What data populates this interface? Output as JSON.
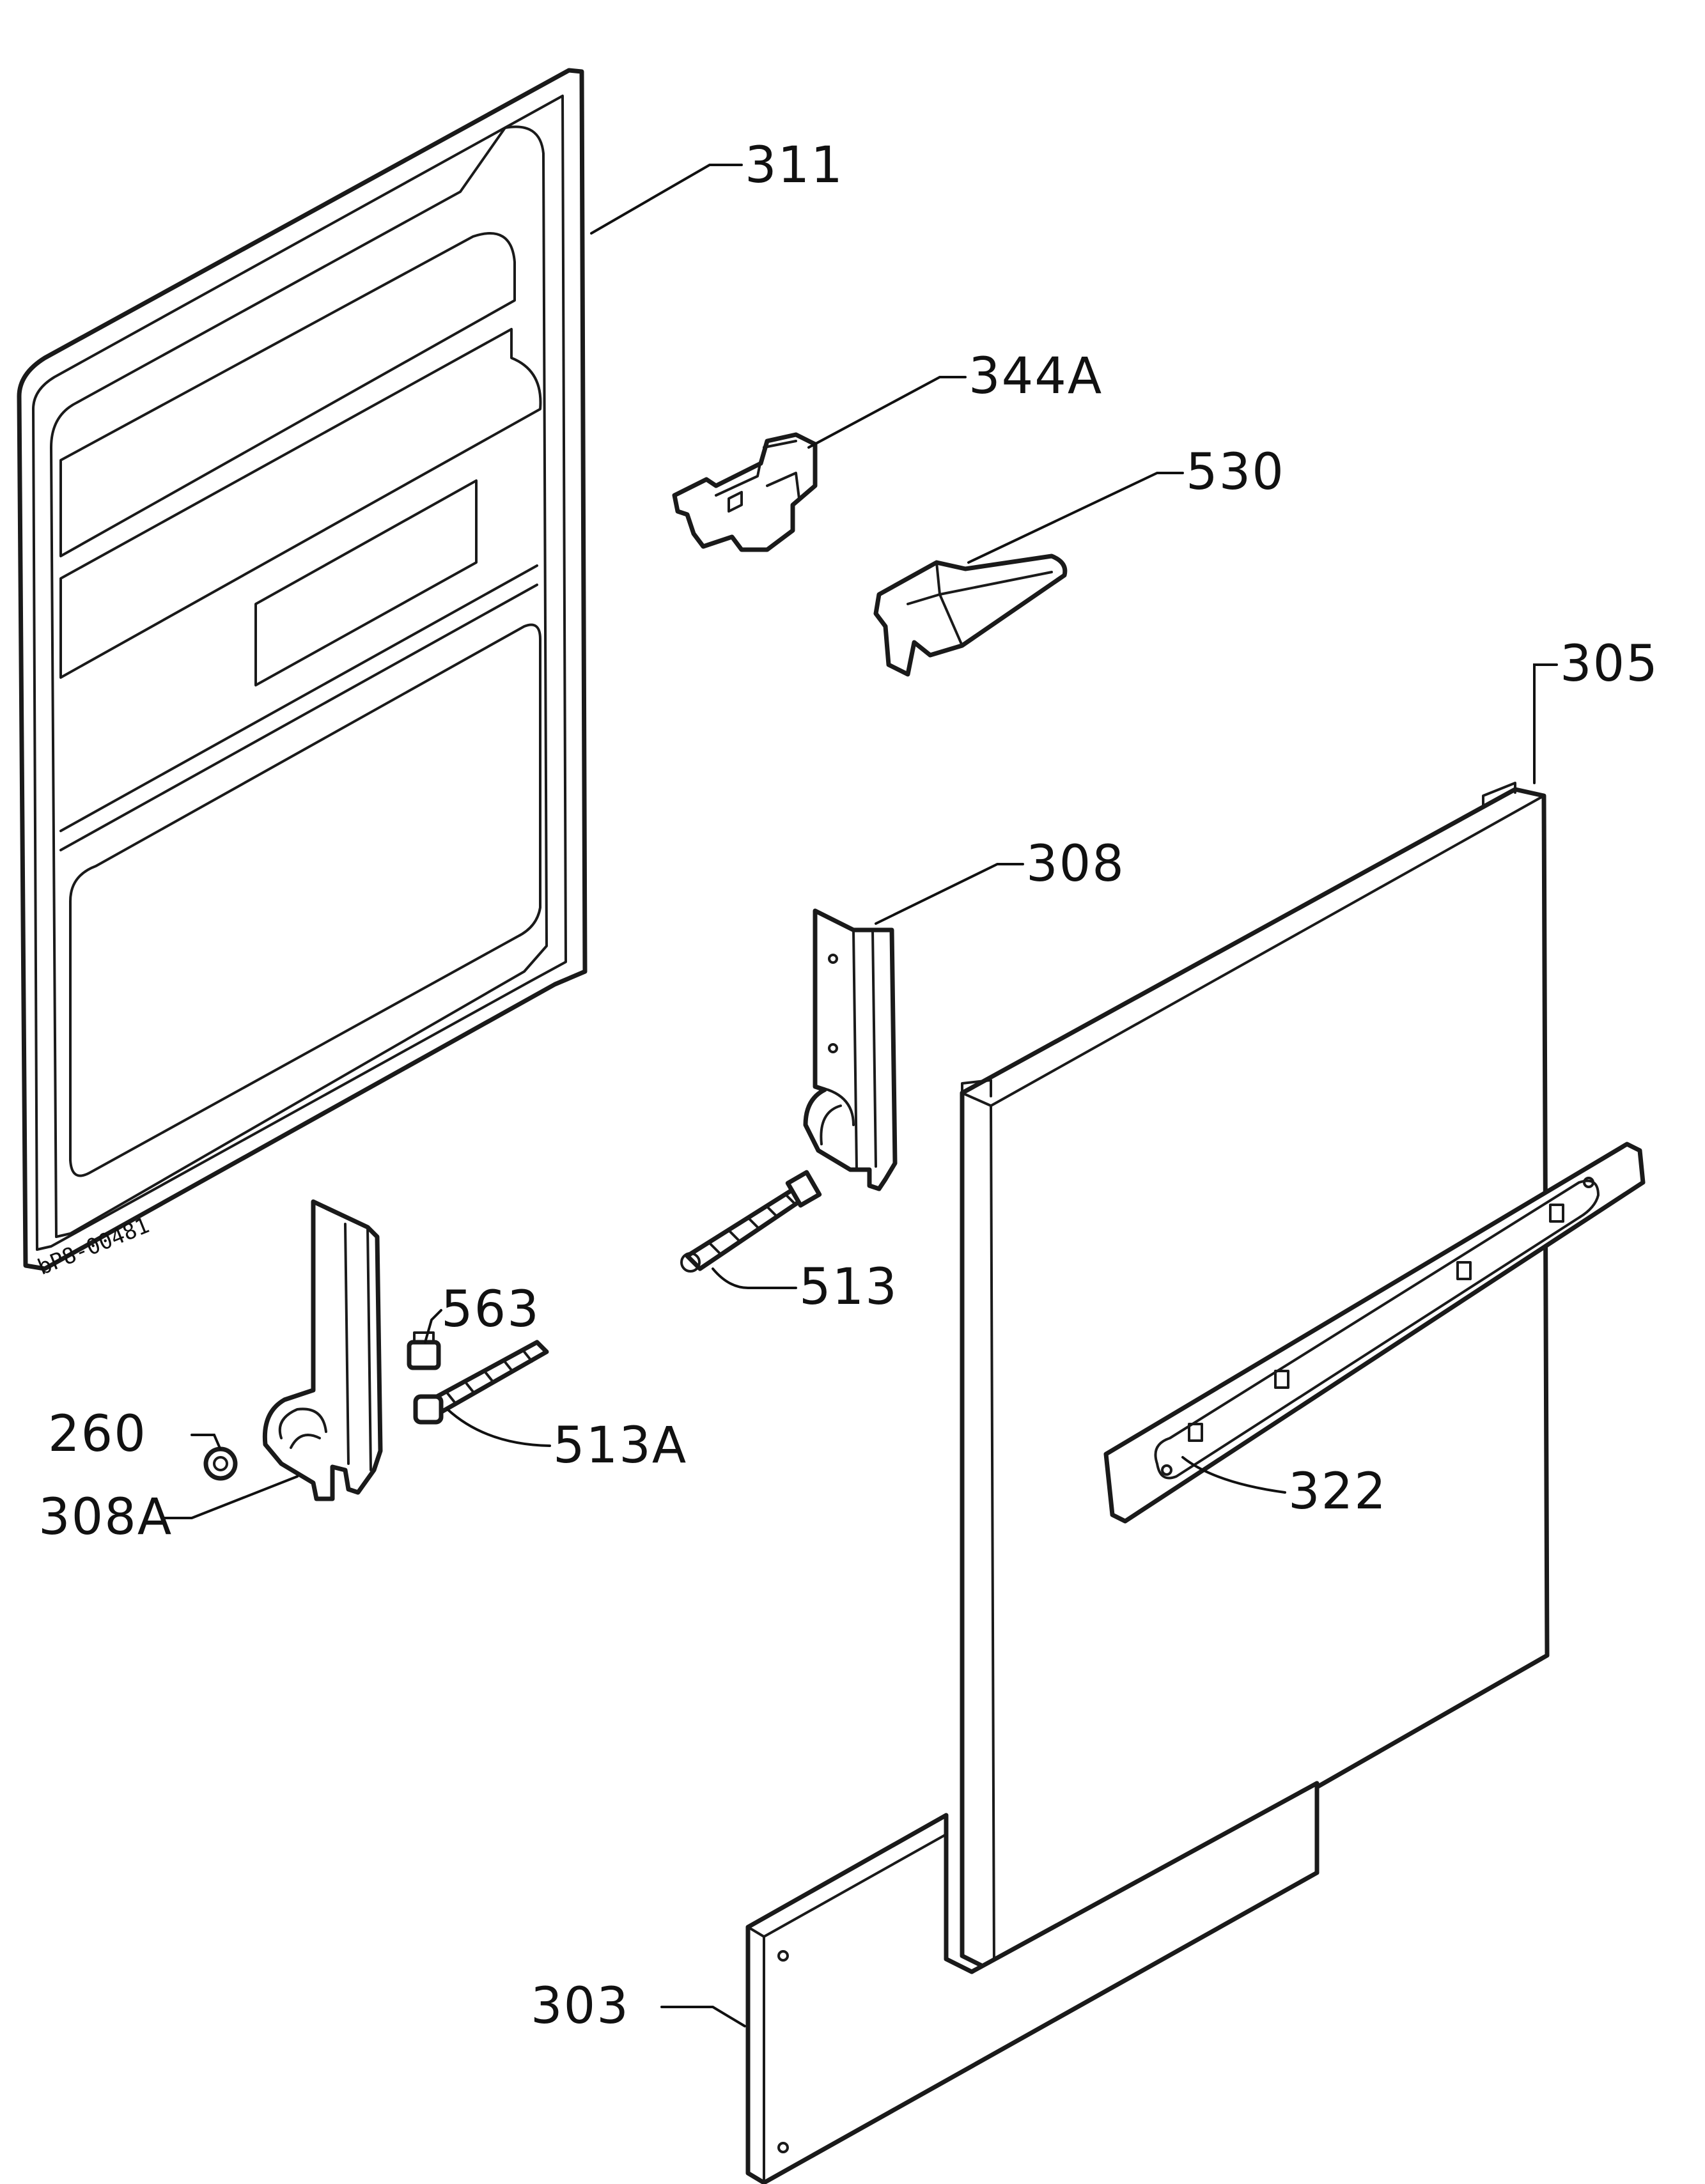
{
  "drawing_code": "bP8-00481",
  "callouts": {
    "p311": "311",
    "p344a": "344A",
    "p530": "530",
    "p305": "305",
    "p308": "308",
    "p513": "513",
    "p563": "563",
    "p260": "260",
    "p513a": "513A",
    "p308a": "308A",
    "p322": "322",
    "p303": "303"
  }
}
